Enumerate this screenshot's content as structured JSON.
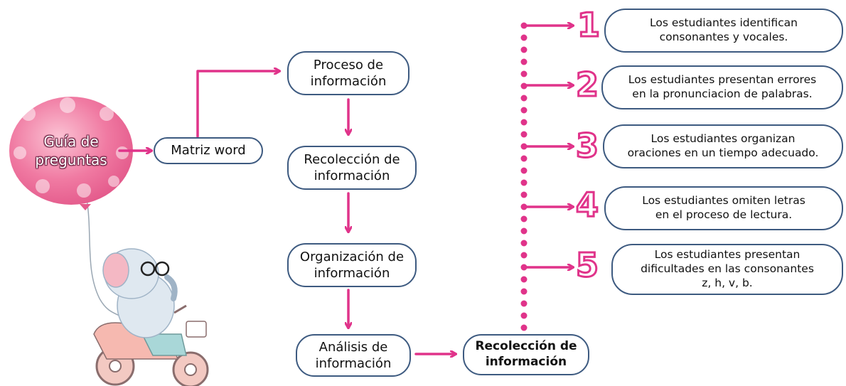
{
  "balloon": {
    "label": "Guía de\npreguntas"
  },
  "center_node": {
    "label": "Matriz word"
  },
  "process_steps": [
    {
      "label": "Proceso de\ninformación"
    },
    {
      "label": "Recolección de\ninformación"
    },
    {
      "label": "Organización de\ninformación"
    },
    {
      "label": "Análisis de\ninformación"
    }
  ],
  "final_node": {
    "label": "Recolección de\ninformación"
  },
  "results": [
    {
      "number": "1",
      "text": "Los estudiantes identifican\nconsonantes y vocales."
    },
    {
      "number": "2",
      "text": "Los estudiantes presentan errores\nen la pronunciacion de palabras."
    },
    {
      "number": "3",
      "text": "Los estudiantes organizan\noraciones en un tiempo adecuado."
    },
    {
      "number": "4",
      "text": "Los estudiantes omiten letras\nen el proceso de lectura."
    },
    {
      "number": "5",
      "text": "Los estudiantes presentan\ndificultades en las consonantes\nz, h, v, b."
    }
  ],
  "colors": {
    "arrow": "#e0338a",
    "border": "#3d5a80",
    "balloon": "#f07aa2"
  }
}
